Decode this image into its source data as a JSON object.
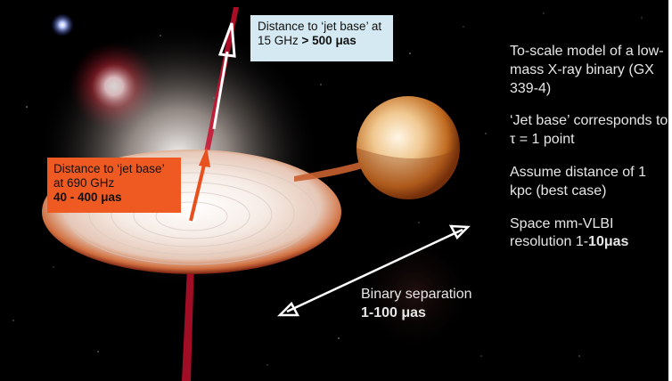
{
  "callouts": {
    "ghz15": {
      "line1": "Distance to ‘jet base’ at",
      "line2_prefix": "15 GHz ",
      "line2_value": "> 500 μas"
    },
    "ghz690": {
      "line1": "Distance to ‘jet base’",
      "line2": "at 690 GHz",
      "value": "40 - 400 μas"
    }
  },
  "separation": {
    "label": "Binary separation",
    "value": "1-100 μas"
  },
  "notes": {
    "model": "To-scale model of a low-mass X-ray binary (GX 339-4)",
    "jet_base": "‘Jet base’ corresponds to τ = 1 point",
    "distance": "Assume distance of 1 kpc (best case)",
    "resolution_prefix": "Space mm-VLBI resolution 1-",
    "resolution_value": "10μas"
  },
  "colors": {
    "jet": "#c8102e",
    "jet_arrow_lower": "#e8501e",
    "arrow_white": "#ffffff",
    "callout_blue": "#d4e9f2",
    "callout_orange": "#ee5a22"
  }
}
